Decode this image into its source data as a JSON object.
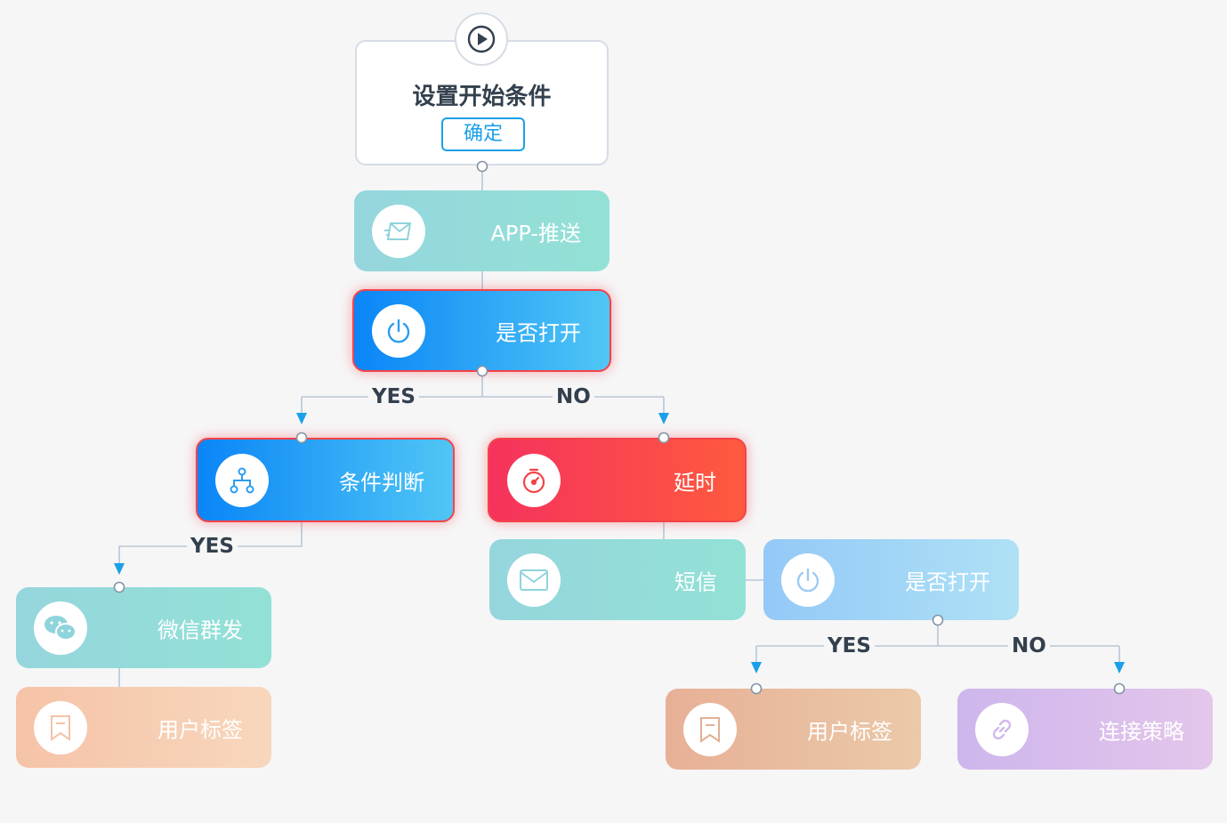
{
  "start": {
    "title": "设置开始条件",
    "confirm_label": "确定"
  },
  "nodes": {
    "app_push": "APP-推送",
    "is_open_1": "是否打开",
    "condition": "条件判断",
    "delay": "延时",
    "sms": "短信",
    "is_open_2": "是否打开",
    "wechat": "微信群发",
    "user_tag_1": "用户标签",
    "user_tag_2": "用户标签",
    "link_strategy": "连接策略"
  },
  "branches": {
    "yes_1": "YES",
    "no_1": "NO",
    "yes_2": "YES",
    "yes_3": "YES",
    "no_3": "NO"
  },
  "colors": {
    "connector": "#b9c7d6",
    "arrow": "#1aa0e8",
    "active_border": "#f3434a"
  }
}
